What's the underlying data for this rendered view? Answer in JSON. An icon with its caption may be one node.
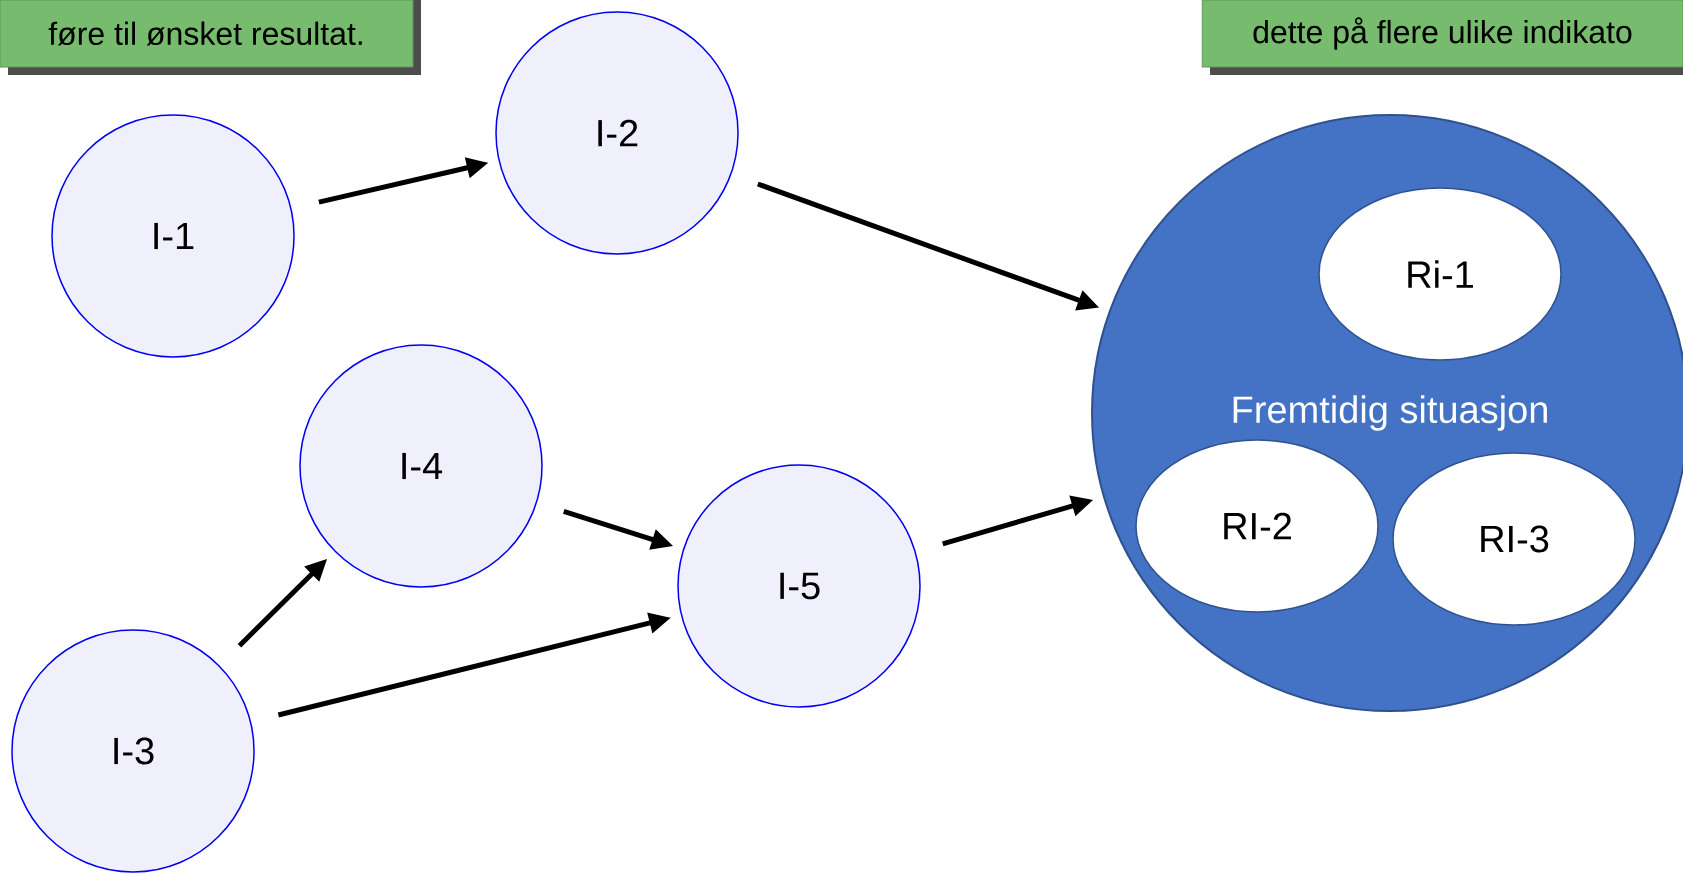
{
  "diagram": {
    "nodes": [
      {
        "text": [
          "føre til ønsket resultat."
        ]
      },
      {
        "text": [
          "dette på flere ulike indikato"
        ]
      },
      {
        "text": [
          "I-1"
        ]
      },
      {
        "text": [
          "I-2"
        ]
      },
      {
        "text": [
          "Fremtidig situasjon"
        ]
      },
      {
        "text": [
          "Ri-1"
        ],
        "in": 4
      },
      {
        "text": [
          "RI-2"
        ],
        "in": 4
      },
      {
        "text": [
          "RI-3"
        ],
        "in": 4
      },
      {
        "text": [
          "I-4"
        ]
      },
      {
        "text": [
          "I-5"
        ]
      },
      {
        "text": [
          "I-3"
        ]
      }
    ],
    "edges": [
      {
        "from": 2,
        "to": 3,
        "arrow": "to"
      },
      {
        "from": 3,
        "to": 4,
        "arrow": "to"
      },
      {
        "from": 8,
        "to": 9,
        "arrow": "to"
      },
      {
        "from": 10,
        "to": 8,
        "arrow": "to"
      },
      {
        "from": 10,
        "to": 9,
        "arrow": "to"
      },
      {
        "from": 9,
        "to": 4,
        "arrow": "to"
      }
    ]
  }
}
